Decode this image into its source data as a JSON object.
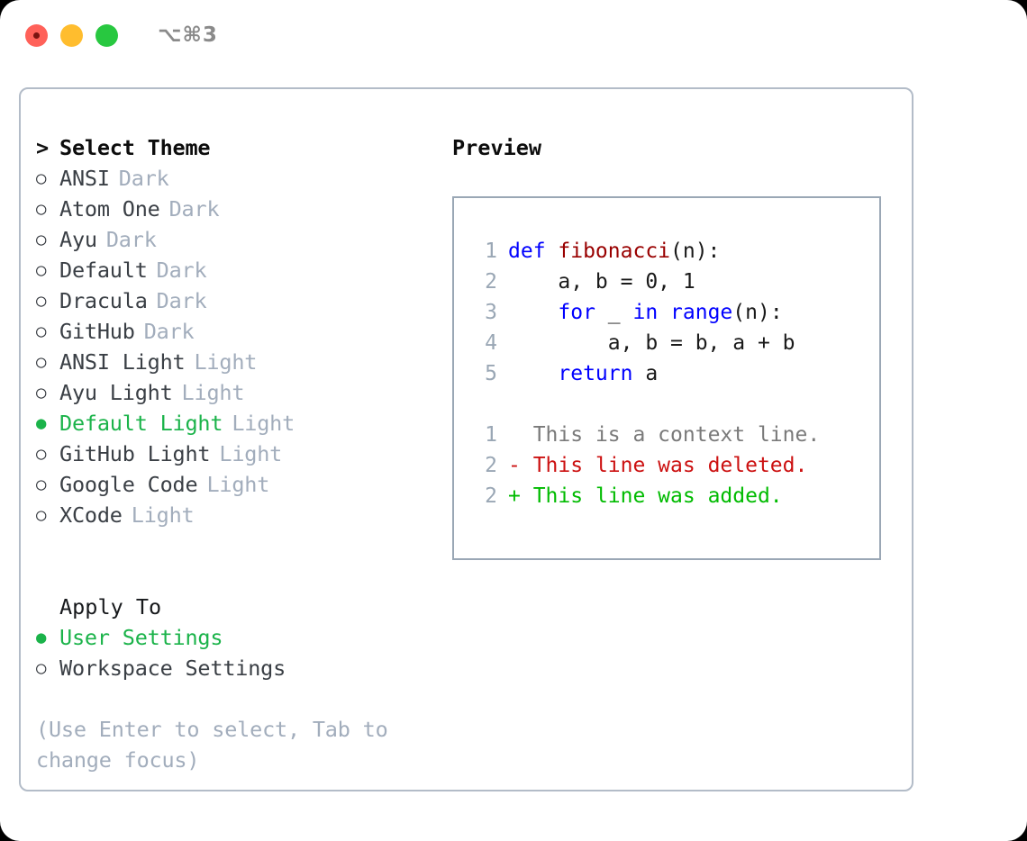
{
  "titlebar": {
    "shortcut": "⌥⌘3",
    "buttons": [
      "close",
      "minimize",
      "maximize"
    ]
  },
  "theme_list": {
    "header": {
      "marker": ">",
      "label": "Select Theme"
    },
    "items": [
      {
        "marker": "○",
        "label": "ANSI",
        "badge": "Dark",
        "selected": false
      },
      {
        "marker": "○",
        "label": "Atom One",
        "badge": "Dark",
        "selected": false
      },
      {
        "marker": "○",
        "label": "Ayu",
        "badge": "Dark",
        "selected": false
      },
      {
        "marker": "○",
        "label": "Default",
        "badge": "Dark",
        "selected": false
      },
      {
        "marker": "○",
        "label": "Dracula",
        "badge": "Dark",
        "selected": false
      },
      {
        "marker": "○",
        "label": "GitHub",
        "badge": "Dark",
        "selected": false
      },
      {
        "marker": "○",
        "label": "ANSI Light",
        "badge": "Light",
        "selected": false
      },
      {
        "marker": "○",
        "label": "Ayu Light",
        "badge": "Light",
        "selected": false
      },
      {
        "marker": "●",
        "label": "Default Light",
        "badge": "Light",
        "selected": true
      },
      {
        "marker": "○",
        "label": "GitHub Light",
        "badge": "Light",
        "selected": false
      },
      {
        "marker": "○",
        "label": "Google Code",
        "badge": "Light",
        "selected": false
      },
      {
        "marker": "○",
        "label": "XCode",
        "badge": "Light",
        "selected": false
      }
    ]
  },
  "apply_to": {
    "title": "Apply To",
    "options": [
      {
        "marker": "●",
        "label": "User Settings",
        "selected": true
      },
      {
        "marker": "○",
        "label": "Workspace Settings",
        "selected": false
      }
    ]
  },
  "hint": "(Use Enter to select, Tab to change focus)",
  "preview": {
    "title": "Preview",
    "code_lines": [
      {
        "num": "1",
        "segments": [
          {
            "text": "def ",
            "cls": "tok-kw"
          },
          {
            "text": "fibonacci",
            "cls": "tok-fn"
          },
          {
            "text": "(n):",
            "cls": "tok-pl"
          }
        ]
      },
      {
        "num": "2",
        "segments": [
          {
            "text": "    a, b = 0, 1",
            "cls": "tok-pl"
          }
        ]
      },
      {
        "num": "3",
        "segments": [
          {
            "text": "    ",
            "cls": "tok-pl"
          },
          {
            "text": "for ",
            "cls": "tok-kw"
          },
          {
            "text": "_ ",
            "cls": "tok-pl"
          },
          {
            "text": "in ",
            "cls": "tok-kw"
          },
          {
            "text": "range",
            "cls": "tok-kw"
          },
          {
            "text": "(n):",
            "cls": "tok-pl"
          }
        ]
      },
      {
        "num": "4",
        "segments": [
          {
            "text": "        a, b = b, a + b",
            "cls": "tok-pl"
          }
        ]
      },
      {
        "num": "5",
        "segments": [
          {
            "text": "    ",
            "cls": "tok-pl"
          },
          {
            "text": "return ",
            "cls": "tok-kw"
          },
          {
            "text": "a",
            "cls": "tok-pl"
          }
        ]
      }
    ],
    "diff_lines": [
      {
        "num": "1",
        "marker": "  ",
        "text": "This is a context line.",
        "cls": "diff-ctx"
      },
      {
        "num": "2",
        "marker": "- ",
        "text": "This line was deleted.",
        "cls": "diff-del"
      },
      {
        "num": "2",
        "marker": "+ ",
        "text": "This line was added.",
        "cls": "diff-add"
      }
    ]
  },
  "colors": {
    "accent_green": "#1bb34a",
    "muted_blue_gray": "#a2adbc",
    "keyword_blue": "#0000ff",
    "function_red": "#990000",
    "diff_delete_red": "#cc1111",
    "diff_add_green": "#00bb00",
    "panel_border": "#b3bcc8",
    "code_panel_border": "#9aa7b5"
  }
}
